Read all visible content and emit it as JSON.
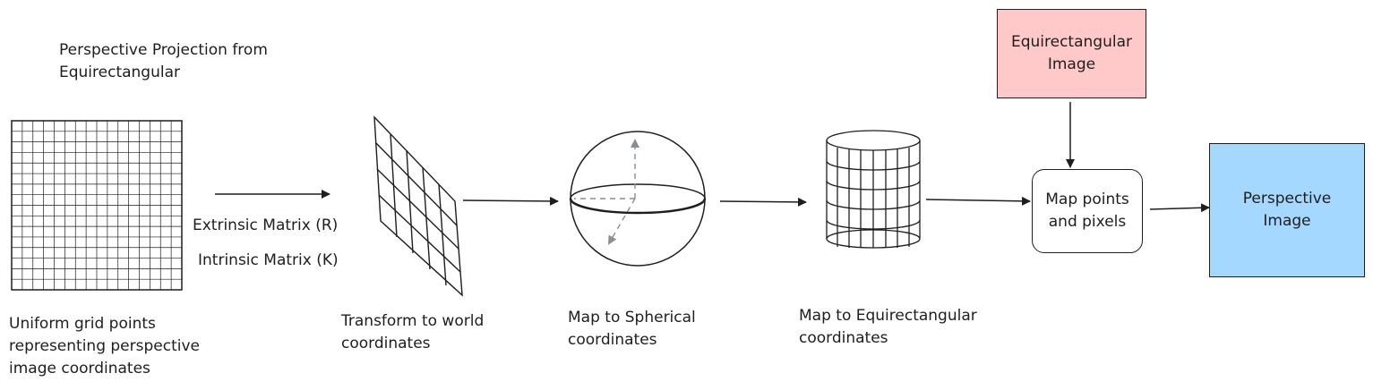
{
  "title": "Perspective Projection from\nEquirectangular",
  "stages": {
    "grid": "Uniform grid points\nrepresenting perspective\nimage coordinates",
    "world": "Transform to world\ncoordinates",
    "spherical": "Map to Spherical\ncoordinates",
    "equirect": "Map to Equirectangular\ncoordinates"
  },
  "matrices": {
    "extrinsic": "Extrinsic Matrix (R)",
    "intrinsic": "Intrinsic Matrix (K)"
  },
  "boxes": {
    "equirect_image": "Equirectangular\nImage",
    "map_points": "Map points\nand pixels",
    "perspective_image": "Perspective\nImage"
  },
  "colors": {
    "stroke": "#1e1e1e",
    "red_box": "#ffc9c9",
    "blue_box": "#a5d8ff",
    "dashed_axis": "#868e96"
  }
}
